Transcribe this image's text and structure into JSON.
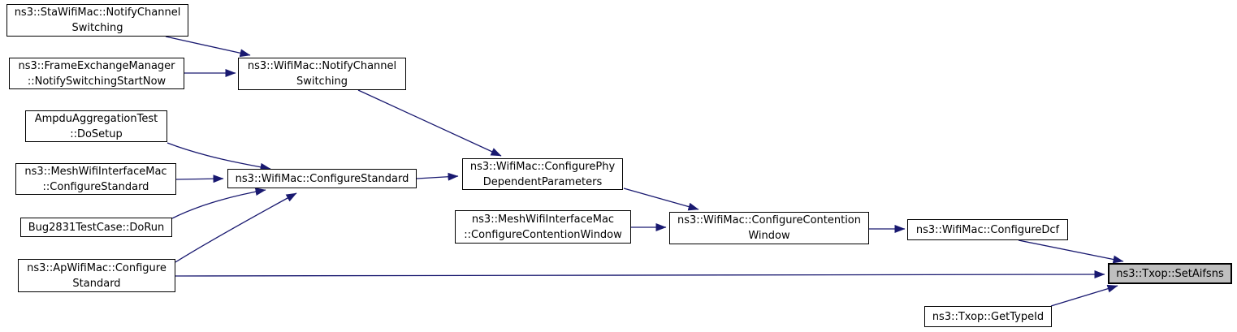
{
  "colors": {
    "background": "#ffffff",
    "edge": "#191970",
    "node_fill": "#ffffff",
    "node_border": "#000000",
    "highlight_fill": "#bfbfbf"
  },
  "nodes": [
    {
      "id": "sta-wifimac-notify-channel-switching",
      "label": "ns3::StaWifiMac::NotifyChannel\nSwitching",
      "highlighted": false
    },
    {
      "id": "frame-exchange-manager-notify-switching-start-now",
      "label": "ns3::FrameExchangeManager\n::NotifySwitchingStartNow",
      "highlighted": false
    },
    {
      "id": "wifimac-notify-channel-switching",
      "label": "ns3::WifiMac::NotifyChannel\nSwitching",
      "highlighted": false
    },
    {
      "id": "ampdu-aggregation-test-do-setup",
      "label": "AmpduAggregationTest\n::DoSetup",
      "highlighted": false
    },
    {
      "id": "mesh-wifi-interface-mac-configure-standard",
      "label": "ns3::MeshWifiInterfaceMac\n::ConfigureStandard",
      "highlighted": false
    },
    {
      "id": "wifimac-configure-standard",
      "label": "ns3::WifiMac::ConfigureStandard",
      "highlighted": false
    },
    {
      "id": "bug2831-test-case-do-run",
      "label": "Bug2831TestCase::DoRun",
      "highlighted": false
    },
    {
      "id": "ap-wifimac-configure-standard",
      "label": "ns3::ApWifiMac::Configure\nStandard",
      "highlighted": false
    },
    {
      "id": "wifimac-configure-phy-dependent-parameters",
      "label": "ns3::WifiMac::ConfigurePhy\nDependentParameters",
      "highlighted": false
    },
    {
      "id": "mesh-wifi-interface-mac-configure-contention-window",
      "label": "ns3::MeshWifiInterfaceMac\n::ConfigureContentionWindow",
      "highlighted": false
    },
    {
      "id": "wifimac-configure-contention-window",
      "label": "ns3::WifiMac::ConfigureContention\nWindow",
      "highlighted": false
    },
    {
      "id": "wifimac-configure-dcf",
      "label": "ns3::WifiMac::ConfigureDcf",
      "highlighted": false
    },
    {
      "id": "txop-set-aifsns",
      "label": "ns3::Txop::SetAifsns",
      "highlighted": true
    },
    {
      "id": "txop-get-typeid",
      "label": "ns3::Txop::GetTypeId",
      "highlighted": false
    }
  ],
  "edges": [
    {
      "from": "sta-wifimac-notify-channel-switching",
      "to": "wifimac-notify-channel-switching"
    },
    {
      "from": "frame-exchange-manager-notify-switching-start-now",
      "to": "wifimac-notify-channel-switching"
    },
    {
      "from": "wifimac-notify-channel-switching",
      "to": "wifimac-configure-phy-dependent-parameters"
    },
    {
      "from": "ampdu-aggregation-test-do-setup",
      "to": "wifimac-configure-standard"
    },
    {
      "from": "mesh-wifi-interface-mac-configure-standard",
      "to": "wifimac-configure-standard"
    },
    {
      "from": "bug2831-test-case-do-run",
      "to": "wifimac-configure-standard"
    },
    {
      "from": "ap-wifimac-configure-standard",
      "to": "wifimac-configure-standard"
    },
    {
      "from": "ap-wifimac-configure-standard",
      "to": "txop-set-aifsns"
    },
    {
      "from": "wifimac-configure-standard",
      "to": "wifimac-configure-phy-dependent-parameters"
    },
    {
      "from": "wifimac-configure-phy-dependent-parameters",
      "to": "wifimac-configure-contention-window"
    },
    {
      "from": "mesh-wifi-interface-mac-configure-contention-window",
      "to": "wifimac-configure-contention-window"
    },
    {
      "from": "wifimac-configure-contention-window",
      "to": "wifimac-configure-dcf"
    },
    {
      "from": "wifimac-configure-dcf",
      "to": "txop-set-aifsns"
    },
    {
      "from": "txop-get-typeid",
      "to": "txop-set-aifsns"
    }
  ]
}
